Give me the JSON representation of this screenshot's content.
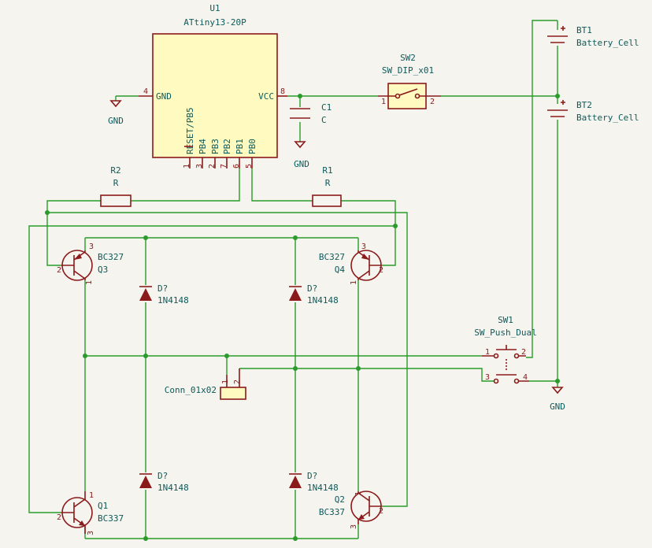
{
  "u1": {
    "ref": "U1",
    "value": "ATtiny13-20P",
    "pins": {
      "gnd_num": "4",
      "gnd_name": "GND",
      "vcc_num": "8",
      "vcc_name": "VCC",
      "bottom": [
        {
          "num": "1",
          "name": "RESET/PB5"
        },
        {
          "num": "3",
          "name": "PB4"
        },
        {
          "num": "2",
          "name": "PB3"
        },
        {
          "num": "7",
          "name": "PB2"
        },
        {
          "num": "6",
          "name": "PB1"
        },
        {
          "num": "5",
          "name": "PB0"
        }
      ]
    }
  },
  "gnd_labels": [
    "GND",
    "GND",
    "GND"
  ],
  "c1": {
    "ref": "C1",
    "value": "C"
  },
  "sw2": {
    "ref": "SW2",
    "value": "SW_DIP_x01",
    "pin1": "1",
    "pin2": "2"
  },
  "bt1": {
    "ref": "BT1",
    "value": "Battery_Cell"
  },
  "bt2": {
    "ref": "BT2",
    "value": "Battery_Cell"
  },
  "r2": {
    "ref": "R2",
    "value": "R"
  },
  "r1": {
    "ref": "R1",
    "value": "R"
  },
  "q3": {
    "ref": "Q3",
    "value": "BC327",
    "p1": "1",
    "p2": "2",
    "p3": "3"
  },
  "q4": {
    "ref": "Q4",
    "value": "BC327",
    "p1": "1",
    "p2": "2",
    "p3": "3"
  },
  "q1": {
    "ref": "Q1",
    "value": "BC337",
    "p1": "1",
    "p2": "2",
    "p3": "3"
  },
  "q2": {
    "ref": "Q2",
    "value": "BC337",
    "p1": "1",
    "p2": "2",
    "p3": "3"
  },
  "diodes": [
    {
      "ref": "D?",
      "value": "1N4148"
    },
    {
      "ref": "D?",
      "value": "1N4148"
    },
    {
      "ref": "D?",
      "value": "1N4148"
    },
    {
      "ref": "D?",
      "value": "1N4148"
    }
  ],
  "sw1": {
    "ref": "SW1",
    "value": "SW_Push_Dual",
    "p1": "1",
    "p2": "2",
    "p3": "3",
    "p4": "4"
  },
  "conn": {
    "value": "Conn_01x02",
    "p1": "1",
    "p2": "2"
  }
}
